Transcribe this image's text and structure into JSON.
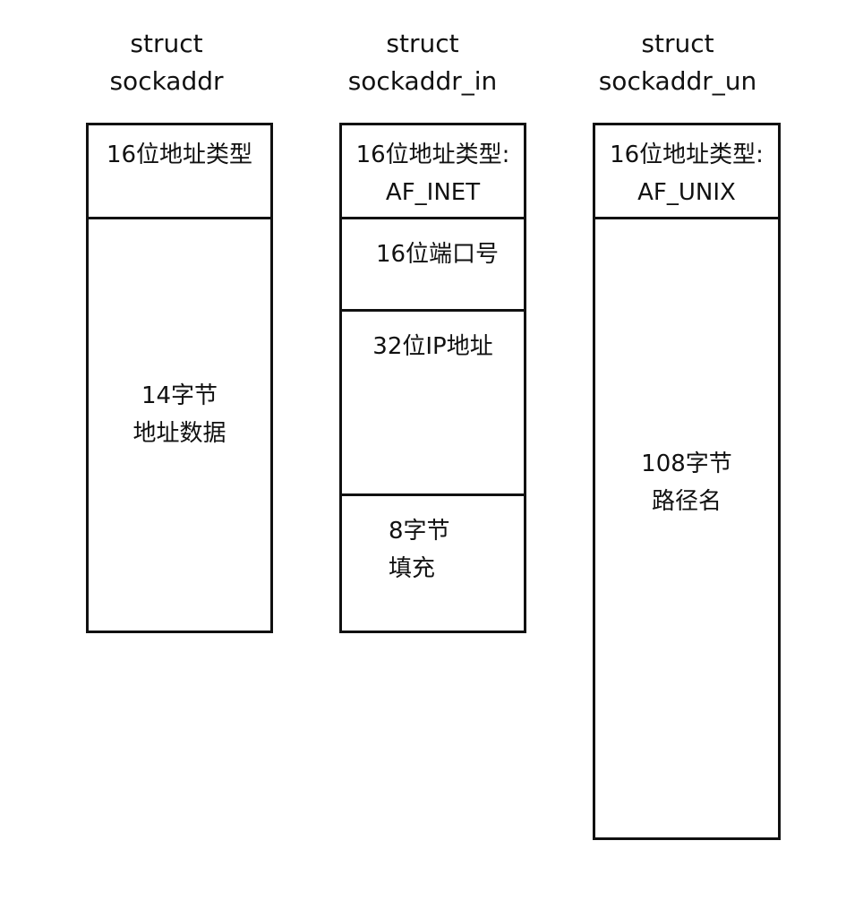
{
  "columns": [
    {
      "title": [
        "struct",
        "sockaddr"
      ],
      "fields": [
        {
          "lines": [
            "16位地址类型"
          ]
        },
        {
          "lines": [
            "14字节",
            "地址数据"
          ]
        }
      ]
    },
    {
      "title": [
        "struct",
        "sockaddr_in"
      ],
      "fields": [
        {
          "lines": [
            "16位地址类型:",
            "AF_INET"
          ]
        },
        {
          "lines": [
            "16位端口号"
          ]
        },
        {
          "lines": [
            "32位IP地址"
          ]
        },
        {
          "lines": [
            "8字节",
            "填充"
          ]
        }
      ]
    },
    {
      "title": [
        "struct",
        "sockaddr_un"
      ],
      "fields": [
        {
          "lines": [
            "16位地址类型:",
            "AF_UNIX"
          ]
        },
        {
          "lines": [
            "108字节",
            "路径名"
          ]
        }
      ]
    }
  ]
}
